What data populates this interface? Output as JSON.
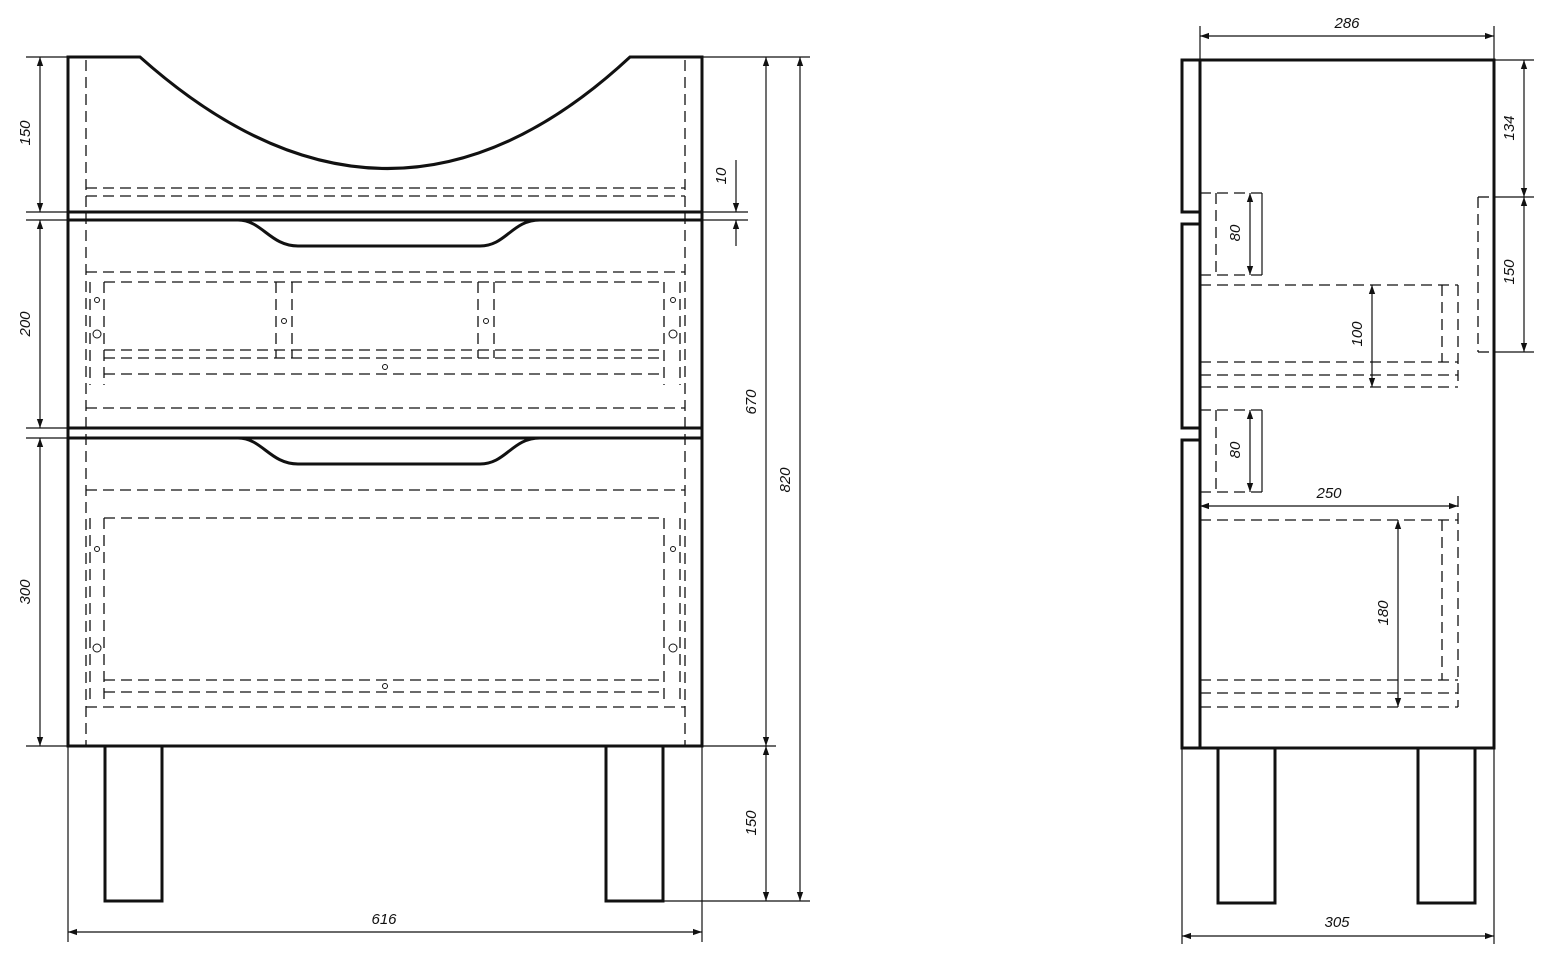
{
  "dimensions": {
    "front_height_top": "150",
    "front_height_drawer1": "200",
    "front_height_drawer2": "300",
    "front_gap": "10",
    "front_body_height": "670",
    "front_total_height": "820",
    "front_leg_height": "150",
    "front_width": "616",
    "side_top_width": "286",
    "side_top_height": "134",
    "side_panel_height": "150",
    "side_drawer1_front": "80",
    "side_drawer1_depth": "100",
    "side_drawer2_front": "80",
    "side_drawer2_length": "250",
    "side_drawer2_depth": "180",
    "side_total_width": "305"
  }
}
